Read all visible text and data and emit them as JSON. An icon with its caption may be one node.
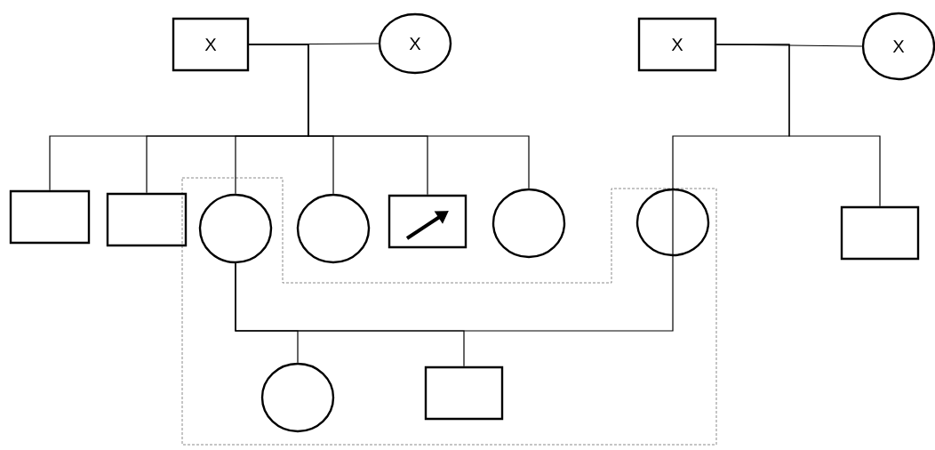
{
  "diagram": {
    "nodes": [
      {
        "text": [
          "X"
        ]
      },
      {
        "text": [
          "X"
        ]
      },
      {
        "text": [
          "X"
        ]
      },
      {
        "text": [
          "X"
        ]
      },
      {
        "text": [],
        "shape": "box"
      },
      {
        "text": [],
        "shape": "box"
      },
      {
        "text": [],
        "shape": "circle"
      },
      {
        "text": [],
        "shape": "circle"
      },
      {
        "text": [],
        "shape": "box"
      },
      {
        "text": [],
        "shape": "circle"
      },
      {
        "text": [],
        "shape": "circle"
      },
      {
        "text": [],
        "shape": "box"
      },
      {
        "text": [],
        "shape": "circle"
      },
      {
        "text": [],
        "shape": "box"
      }
    ],
    "edges": [
      {
        "from": 0,
        "to": 1,
        "arrow": "none"
      },
      {
        "from": 0,
        "to": 4,
        "arrow": "none"
      },
      {
        "from": 0,
        "to": 5,
        "arrow": "none"
      },
      {
        "from": 0,
        "to": 6,
        "arrow": "none"
      },
      {
        "from": 0,
        "to": 7,
        "arrow": "none"
      },
      {
        "from": 0,
        "to": 8,
        "arrow": "none"
      },
      {
        "from": 0,
        "to": 9,
        "arrow": "none"
      },
      {
        "from": 2,
        "to": 3,
        "arrow": "none"
      },
      {
        "from": 2,
        "to": 10,
        "arrow": "none"
      },
      {
        "from": 2,
        "to": 11,
        "arrow": "none"
      },
      {
        "from": 6,
        "to": 10,
        "arrow": "none"
      },
      {
        "from": 6,
        "to": 12,
        "arrow": "none"
      },
      {
        "from": 6,
        "to": 13,
        "arrow": "none"
      }
    ]
  }
}
